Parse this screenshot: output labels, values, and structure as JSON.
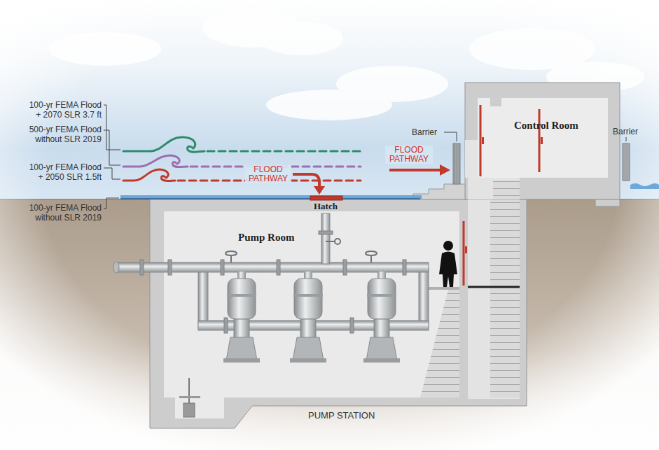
{
  "diagram": {
    "nodes": [
      {
        "text": [
          "Pump Room"
        ]
      },
      {
        "text": [
          "Control Room"
        ]
      }
    ],
    "labels": [
      "100-yr FEMA Flood + 2070 SLR 3.7 ft",
      "500-yr FEMA Flood without SLR 2019",
      "100-yr FEMA Flood + 2050 SLR 1.5ft",
      "100-yr FEMA Flood without SLR 2019",
      "FLOOD PATHWAY",
      "FLOOD PATHWAY",
      "Hatch",
      "Barrier",
      "Barrier",
      "PUMP STATION"
    ]
  }
}
